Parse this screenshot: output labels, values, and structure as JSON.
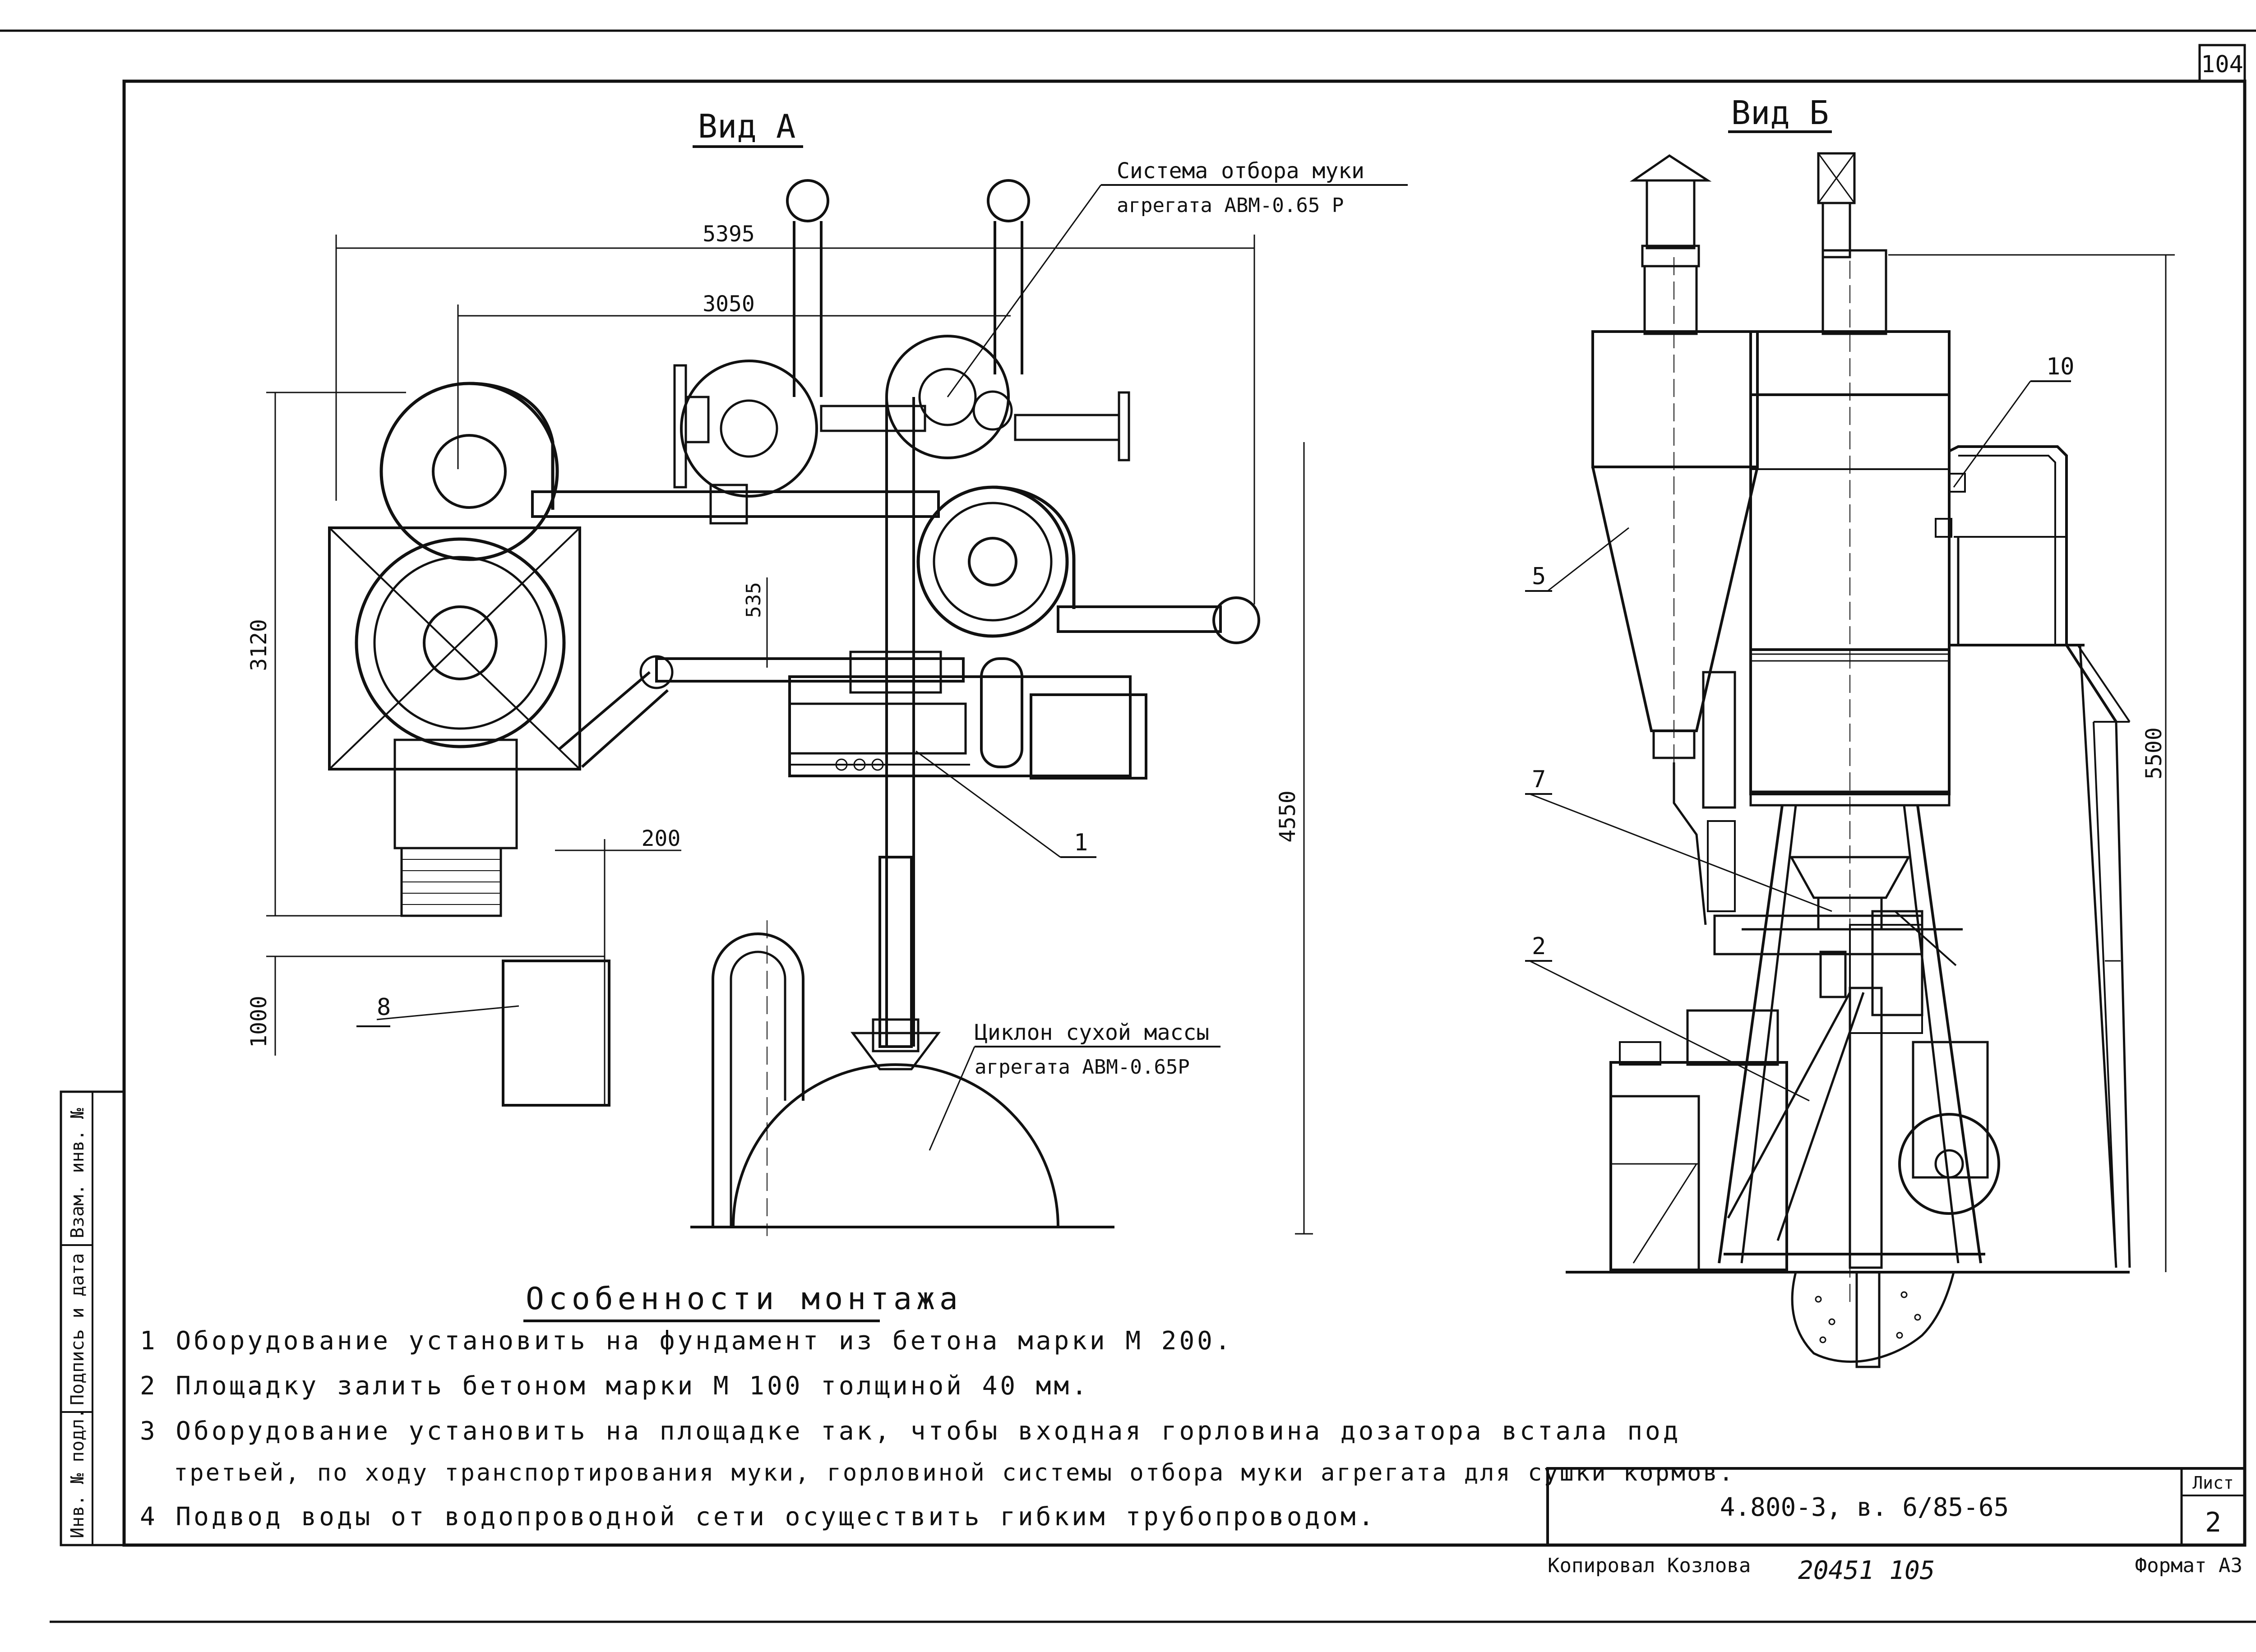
{
  "sheet_corner_number": "104",
  "view_a": {
    "title": "Вид А",
    "dim_total_width": "5395",
    "dim_fan_spacing": "3050",
    "dim_height_left": "3120",
    "dim_offset_535": "535",
    "dim_height_right": "4550",
    "dim_200": "200",
    "dim_1000": "1000",
    "callout_1": "1",
    "callout_8": "8",
    "label_flour_system_line1": "Система отбора муки",
    "label_flour_system_line2": "агрегата АВМ-0.65 Р",
    "label_cyclone_line1": "Циклон сухой массы",
    "label_cyclone_line2": "агрегата АВМ-0.65Р"
  },
  "view_b": {
    "title": "Вид Б",
    "callout_10": "10",
    "callout_5": "5",
    "callout_7": "7",
    "callout_2": "2",
    "dim_height": "5500"
  },
  "notes": {
    "heading": "Особенности монтажа",
    "items": [
      "1 Оборудование установить на фундамент из бетона марки М 200.",
      "2 Площадку залить бетоном марки М 100 толщиной 40 мм.",
      "3 Оборудование установить на площадке так, чтобы входная горловина дозатора встала под",
      "третьей, по ходу транспортирования муки, горловиной системы отбора муки агрегата для сушки кормов.",
      "4 Подвод воды от водопроводной сети осуществить гибким трубопроводом."
    ]
  },
  "side_stamp": {
    "cells": [
      "Инв. № подл.",
      "Подпись и дата",
      "Взам. инв. №"
    ]
  },
  "title_block": {
    "document_code": "4.800-3, в. 6/85-65",
    "sheet_label": "Лист",
    "sheet_number": "2"
  },
  "footer": {
    "copied_by": "Копировал  Козлова",
    "handwritten": "20451   105",
    "format": "Формат А3"
  }
}
